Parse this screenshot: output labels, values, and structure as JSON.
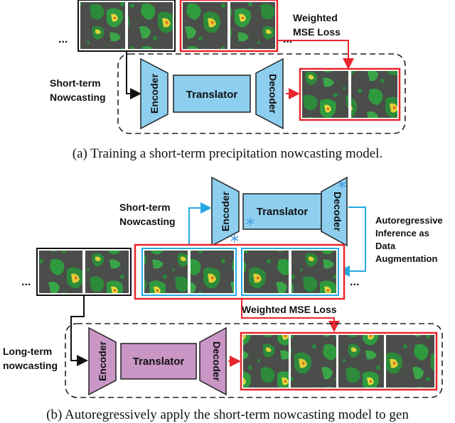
{
  "colors": {
    "loss_red": "#e8262c",
    "short_term_blue": "#8ecff0",
    "long_term_pink": "#c996c6",
    "frame_border_black": "#111111",
    "frame_border_blue": "#27a9e1",
    "radar_background": "#4a4d4a",
    "freeze_icon": "#4a9fe0"
  },
  "panel_a": {
    "ellipsis_left": "...",
    "ellipsis_right": "...",
    "loss_label_line1": "Weighted",
    "loss_label_line2": "MSE Loss",
    "group_label_line1": "Short-term",
    "group_label_line2": "Nowcasting",
    "encoder": "Encoder",
    "translator": "Translator",
    "decoder": "Decoder",
    "caption": "(a) Training a short-term precipitation nowcasting model."
  },
  "panel_b": {
    "ellipsis_left": "...",
    "ellipsis_right": "...",
    "short_label_line1": "Short-term",
    "short_label_line2": "Nowcasting",
    "long_label_line1": "Long-term",
    "long_label_line2": "nowcasting",
    "encoder": "Encoder",
    "translator": "Translator",
    "decoder": "Decoder",
    "long_encoder": "Encoder",
    "long_translator": "Translator",
    "long_decoder": "Decoder",
    "aug_line1": "Autoregressive",
    "aug_line2": "Inference as",
    "aug_line3": "Data",
    "aug_line4": "Augmentation",
    "loss_label": "Weighted MSE Loss",
    "freeze_icon": "snowflake-icon",
    "caption": "(b) Autoregressively apply the short-term nowcasting model to gen"
  }
}
